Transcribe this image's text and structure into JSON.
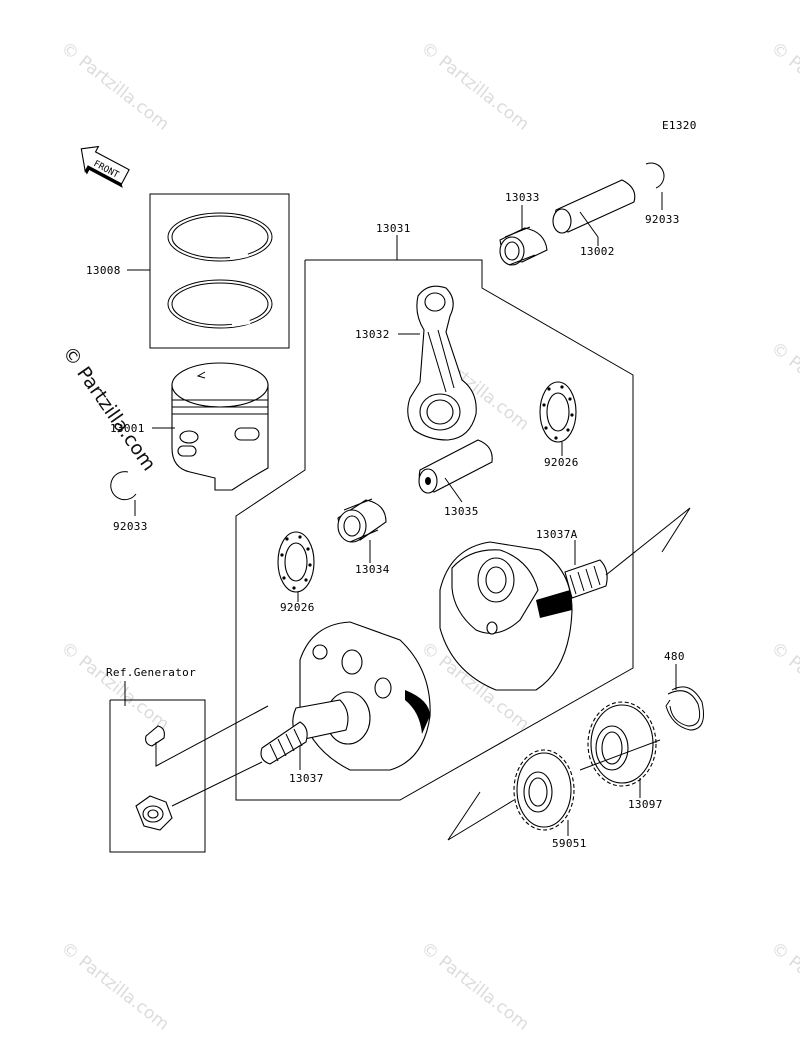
{
  "diagram": {
    "code": "E1320",
    "front_label": "FRONT",
    "ref_label": "Ref.Generator",
    "part_labels": {
      "p13008": "13008",
      "p13001": "13001",
      "p92033_left": "92033",
      "p13031": "13031",
      "p13033": "13033",
      "p13002": "13002",
      "p92033_right": "92033",
      "p13032": "13032",
      "p92026_right": "92026",
      "p13035": "13035",
      "p13034": "13034",
      "p13037A": "13037A",
      "p92026_left": "92026",
      "p480": "480",
      "p13037": "13037",
      "p13097": "13097",
      "p59051": "59051"
    }
  },
  "watermark": {
    "text": "© Partzilla.com"
  },
  "colors": {
    "line": "#000000",
    "watermark": "#bfbfbf",
    "background": "#ffffff"
  }
}
